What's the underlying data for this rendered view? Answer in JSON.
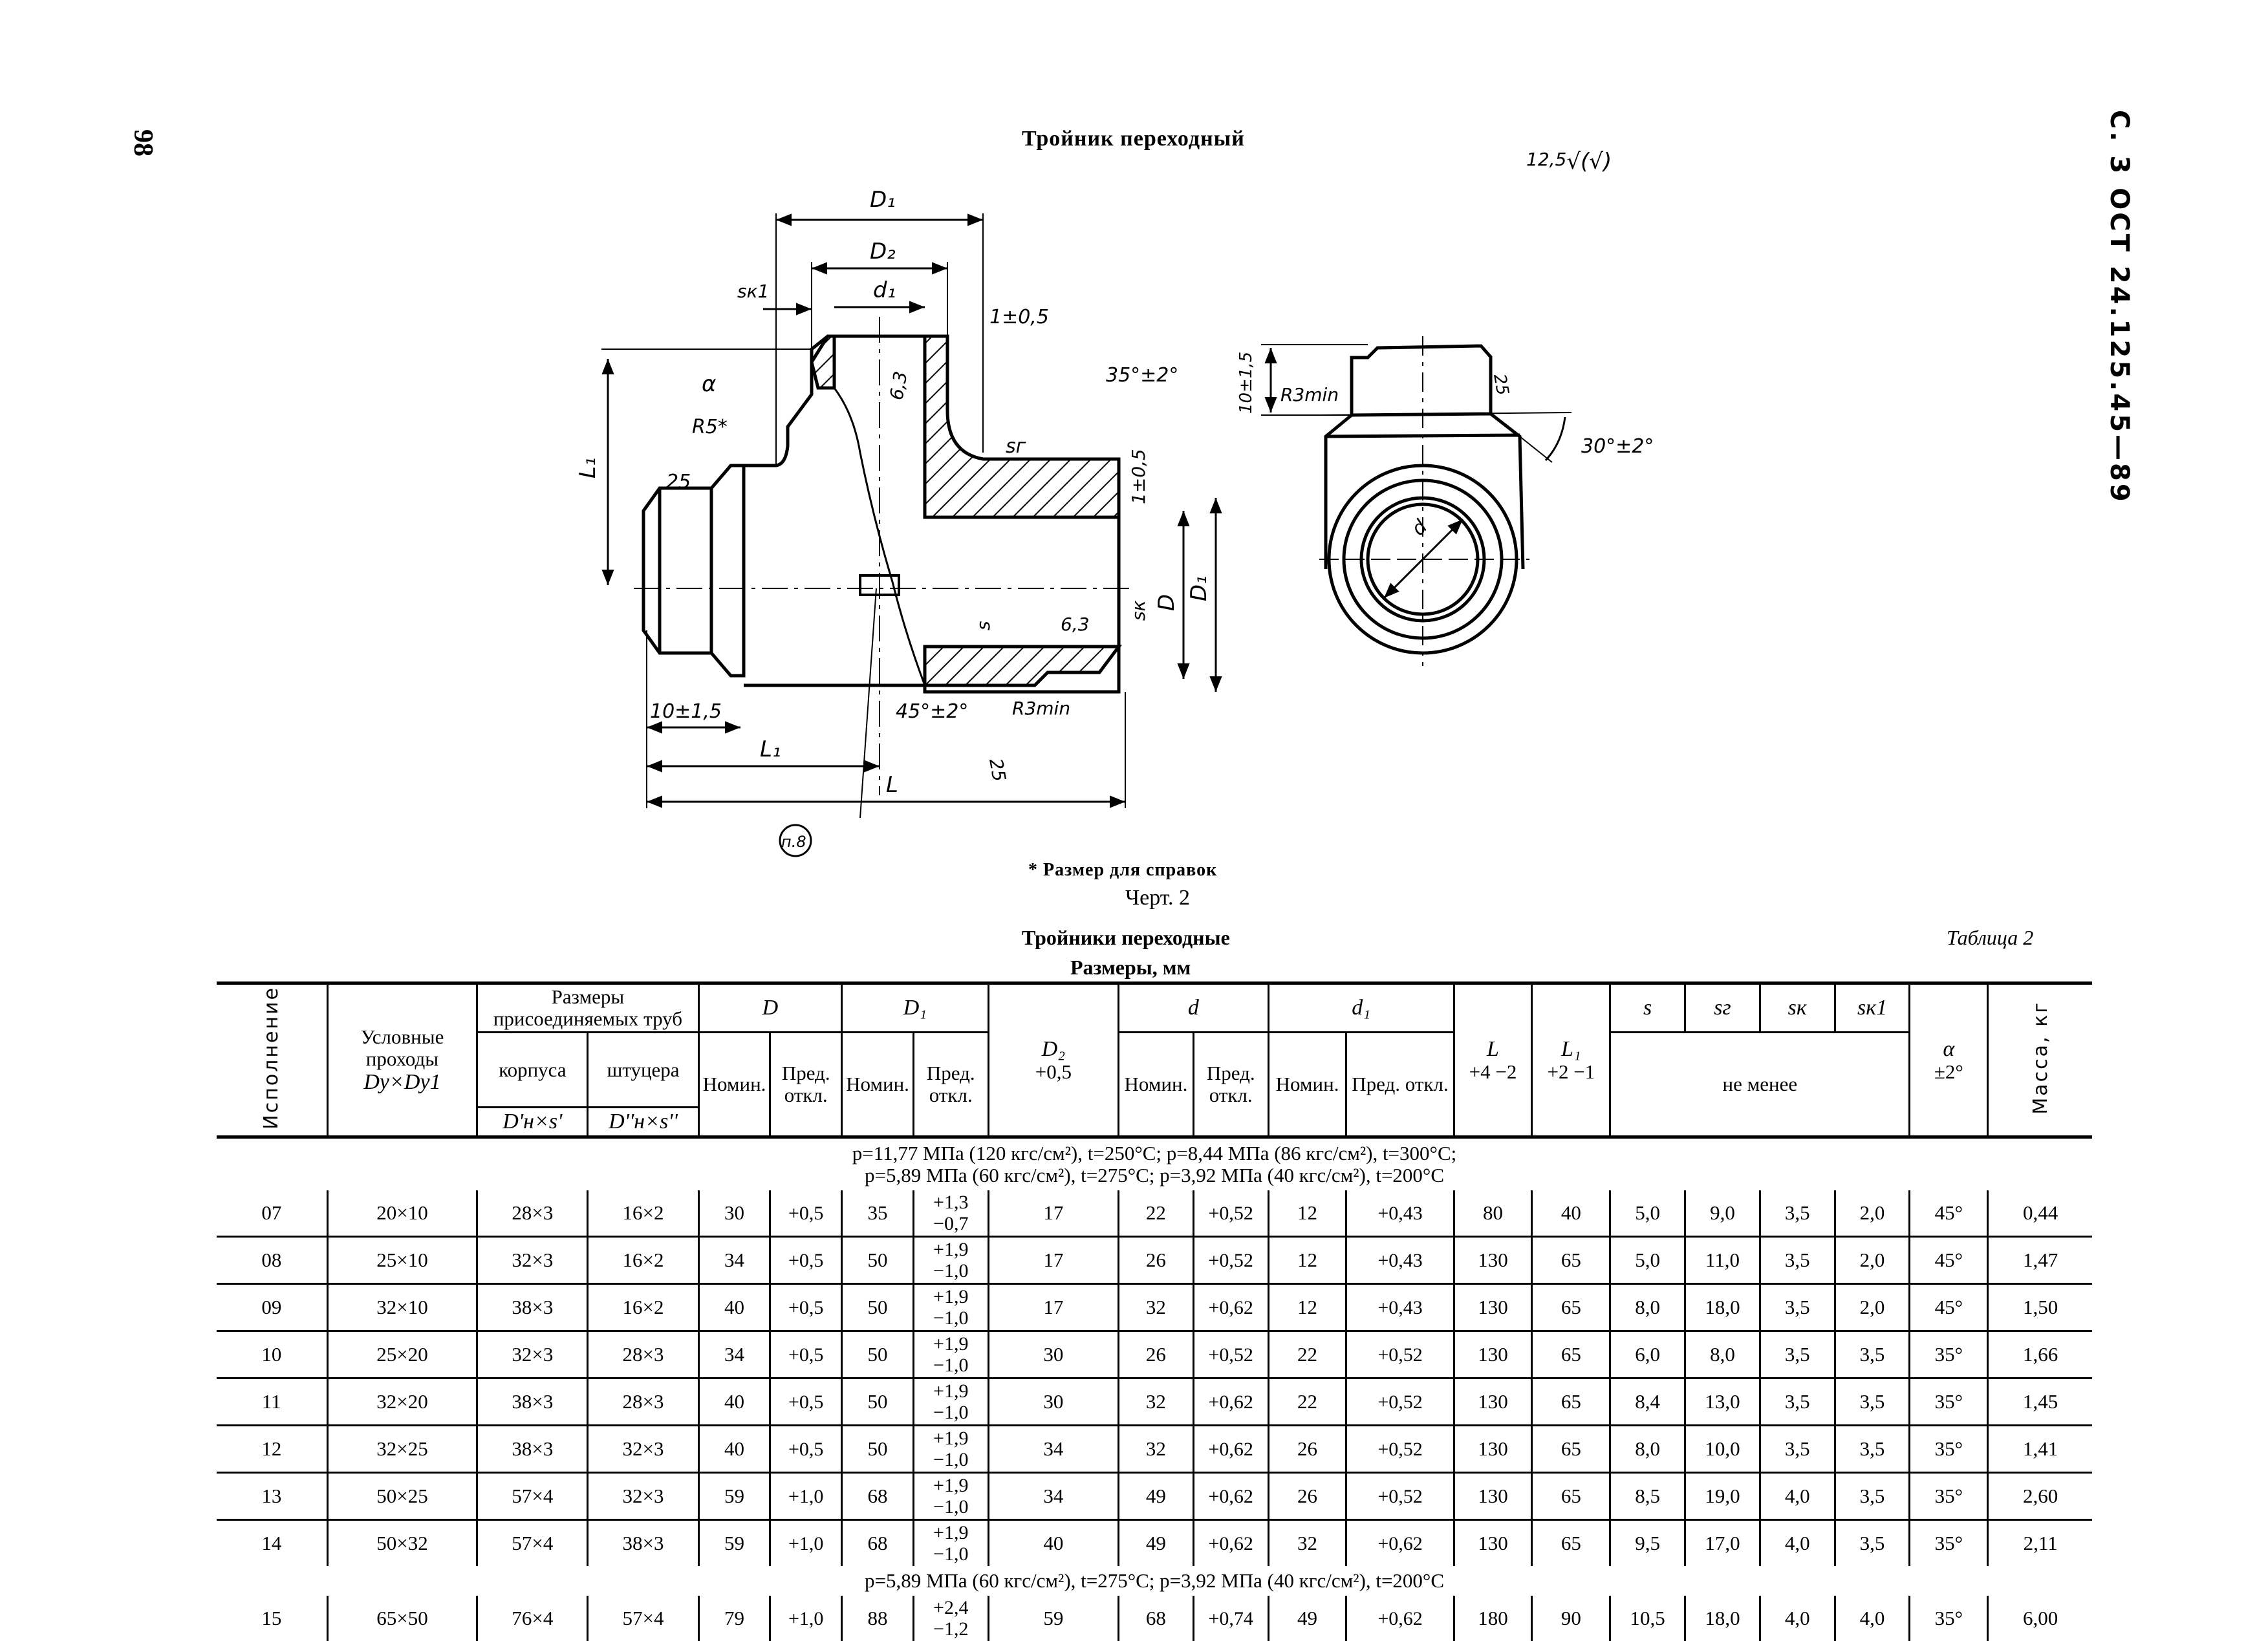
{
  "page": {
    "page_number": "98",
    "standard_code": "С. 3 ОСТ 24.125.45—89",
    "title": "Тройник переходный",
    "roughness_mark": "12,5",
    "roughness_symbol": "√(√)"
  },
  "drawing": {
    "main_view_labels": {
      "D1_top": "D₁",
      "D2": "D₂",
      "d1": "d₁",
      "sk1": "sк1",
      "tol_1": "1±0,5",
      "alpha": "α",
      "r5": "R5*",
      "l1_vert": "L₁",
      "rough_25_left": "25",
      "rough_63_top": "6,3",
      "angle_35": "35°±2°",
      "sg": "sг",
      "tol_1_vert": "1±0,5",
      "D": "D",
      "D1_right": "D₁",
      "s": "s",
      "rough_63_bottom": "6,3",
      "sk": "sк",
      "dim_10": "10±1,5",
      "angle_45": "45°±2°",
      "r3min": "R3min",
      "rough_25_bottom": "25",
      "l1_horiz": "L₁",
      "l": "L",
      "callout": "п.8"
    },
    "side_view_labels": {
      "dim_10": "10±1,5",
      "r3min": "R3min",
      "rough_25": "25",
      "angle_30": "30°±2°",
      "d": "d"
    }
  },
  "captions": {
    "footnote": "* Размер для справок",
    "figure": "Черт. 2",
    "table_title": "Тройники переходные",
    "table_subtitle": "Размеры, мм",
    "table_label": "Таблица 2"
  },
  "table": {
    "headers": {
      "execution": "Исполнение",
      "nominal_bore": "Условные проходы",
      "nominal_bore_sym": "Dу×Dу1",
      "pipe_sizes": "Размеры присоединяемых труб",
      "body": "корпуса",
      "branch": "штуцера",
      "body_sym": "D'н×s'",
      "branch_sym": "D''н×s''",
      "D": "D",
      "D1": "D₁",
      "D2": "D₂",
      "D2_tol": "+0,5",
      "d": "d",
      "d1": "d₁",
      "nom": "Номин.",
      "dev": "Пред. откл.",
      "L": "L",
      "L_tol": "+4 −2",
      "L1": "L₁",
      "L1_tol": "+2 −1",
      "s": "s",
      "sg": "sг",
      "sk": "sк",
      "sk1": "sк1",
      "not_less": "не менее",
      "alpha": "α",
      "alpha_tol": "±2°",
      "mass": "Масса, кг"
    },
    "conditions": [
      "p=11,77 МПа (120 кгс/см²), t=250°C;   p=8,44 МПа (86 кгс/см²), t=300°C;",
      "p=5,89 МПа (60 кгс/см²), t=275°C;   p=3,92 МПа (40 кгс/см²), t=200°C",
      "p=5,89 МПа (60 кгс/см²), t=275°C;   p=3,92 МПа (40 кгс/см²), t=200°C"
    ],
    "rows": [
      {
        "exec": "07",
        "dy": "20×10",
        "body": "28×3",
        "branch": "16×2",
        "D": "30",
        "D_tol": "+0,5",
        "D1": "35",
        "D1_tol": "+1,3 −0,7",
        "D2": "17",
        "d": "22",
        "d_tol": "+0,52",
        "d1": "12",
        "d1_tol": "+0,43",
        "L": "80",
        "L1": "40",
        "s": "5,0",
        "sg": "9,0",
        "sk": "3,5",
        "sk1": "2,0",
        "alpha": "45°",
        "mass": "0,44"
      },
      {
        "exec": "08",
        "dy": "25×10",
        "body": "32×3",
        "branch": "16×2",
        "D": "34",
        "D_tol": "+0,5",
        "D1": "50",
        "D1_tol": "+1,9 −1,0",
        "D2": "17",
        "d": "26",
        "d_tol": "+0,52",
        "d1": "12",
        "d1_tol": "+0,43",
        "L": "130",
        "L1": "65",
        "s": "5,0",
        "sg": "11,0",
        "sk": "3,5",
        "sk1": "2,0",
        "alpha": "45°",
        "mass": "1,47"
      },
      {
        "exec": "09",
        "dy": "32×10",
        "body": "38×3",
        "branch": "16×2",
        "D": "40",
        "D_tol": "+0,5",
        "D1": "50",
        "D1_tol": "+1,9 −1,0",
        "D2": "17",
        "d": "32",
        "d_tol": "+0,62",
        "d1": "12",
        "d1_tol": "+0,43",
        "L": "130",
        "L1": "65",
        "s": "8,0",
        "sg": "18,0",
        "sk": "3,5",
        "sk1": "2,0",
        "alpha": "45°",
        "mass": "1,50"
      },
      {
        "exec": "10",
        "dy": "25×20",
        "body": "32×3",
        "branch": "28×3",
        "D": "34",
        "D_tol": "+0,5",
        "D1": "50",
        "D1_tol": "+1,9 −1,0",
        "D2": "30",
        "d": "26",
        "d_tol": "+0,52",
        "d1": "22",
        "d1_tol": "+0,52",
        "L": "130",
        "L1": "65",
        "s": "6,0",
        "sg": "8,0",
        "sk": "3,5",
        "sk1": "3,5",
        "alpha": "35°",
        "mass": "1,66"
      },
      {
        "exec": "11",
        "dy": "32×20",
        "body": "38×3",
        "branch": "28×3",
        "D": "40",
        "D_tol": "+0,5",
        "D1": "50",
        "D1_tol": "+1,9 −1,0",
        "D2": "30",
        "d": "32",
        "d_tol": "+0,62",
        "d1": "22",
        "d1_tol": "+0,52",
        "L": "130",
        "L1": "65",
        "s": "8,4",
        "sg": "13,0",
        "sk": "3,5",
        "sk1": "3,5",
        "alpha": "35°",
        "mass": "1,45"
      },
      {
        "exec": "12",
        "dy": "32×25",
        "body": "38×3",
        "branch": "32×3",
        "D": "40",
        "D_tol": "+0,5",
        "D1": "50",
        "D1_tol": "+1,9 −1,0",
        "D2": "34",
        "d": "32",
        "d_tol": "+0,62",
        "d1": "26",
        "d1_tol": "+0,52",
        "L": "130",
        "L1": "65",
        "s": "8,0",
        "sg": "10,0",
        "sk": "3,5",
        "sk1": "3,5",
        "alpha": "35°",
        "mass": "1,41"
      },
      {
        "exec": "13",
        "dy": "50×25",
        "body": "57×4",
        "branch": "32×3",
        "D": "59",
        "D_tol": "+1,0",
        "D1": "68",
        "D1_tol": "+1,9 −1,0",
        "D2": "34",
        "d": "49",
        "d_tol": "+0,62",
        "d1": "26",
        "d1_tol": "+0,52",
        "L": "130",
        "L1": "65",
        "s": "8,5",
        "sg": "19,0",
        "sk": "4,0",
        "sk1": "3,5",
        "alpha": "35°",
        "mass": "2,60"
      },
      {
        "exec": "14",
        "dy": "50×32",
        "body": "57×4",
        "branch": "38×3",
        "D": "59",
        "D_tol": "+1,0",
        "D1": "68",
        "D1_tol": "+1,9 −1,0",
        "D2": "40",
        "d": "49",
        "d_tol": "+0,62",
        "d1": "32",
        "d1_tol": "+0,62",
        "L": "130",
        "L1": "65",
        "s": "9,5",
        "sg": "17,0",
        "sk": "4,0",
        "sk1": "3,5",
        "alpha": "35°",
        "mass": "2,11"
      },
      {
        "exec": "15",
        "dy": "65×50",
        "body": "76×4",
        "branch": "57×4",
        "D": "79",
        "D_tol": "+1,0",
        "D1": "88",
        "D1_tol": "+2,4 −1,2",
        "D2": "59",
        "d": "68",
        "d_tol": "+0,74",
        "d1": "49",
        "d1_tol": "+0,62",
        "L": "180",
        "L1": "90",
        "s": "10,5",
        "sg": "18,0",
        "sk": "4,0",
        "sk1": "4,0",
        "alpha": "35°",
        "mass": "6,00"
      }
    ]
  }
}
